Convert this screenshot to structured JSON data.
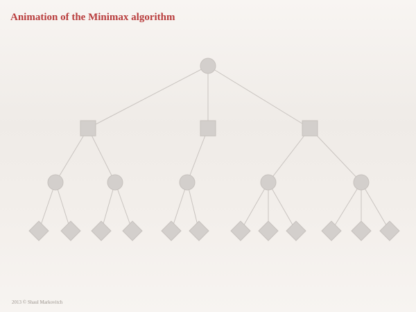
{
  "title": "Animation of the Minimax algorithm",
  "footer": "2013 © Shaul Markovitch",
  "colors": {
    "title": "#b83c3c",
    "node_fill": "#d3cfcc",
    "node_stroke": "#c6c1bd",
    "edge": "#c8c3bf"
  },
  "tree": {
    "shape": "circle",
    "children": [
      {
        "shape": "square",
        "children": [
          {
            "shape": "circle",
            "children": [
              {
                "shape": "diamond"
              },
              {
                "shape": "diamond"
              }
            ]
          },
          {
            "shape": "circle",
            "children": [
              {
                "shape": "diamond"
              },
              {
                "shape": "diamond"
              }
            ]
          }
        ]
      },
      {
        "shape": "square",
        "children": [
          {
            "shape": "circle",
            "children": [
              {
                "shape": "diamond"
              },
              {
                "shape": "diamond"
              }
            ]
          }
        ]
      },
      {
        "shape": "square",
        "children": [
          {
            "shape": "circle",
            "children": [
              {
                "shape": "diamond"
              },
              {
                "shape": "diamond"
              },
              {
                "shape": "diamond"
              }
            ]
          },
          {
            "shape": "circle",
            "children": [
              {
                "shape": "diamond"
              },
              {
                "shape": "diamond"
              },
              {
                "shape": "diamond"
              }
            ]
          }
        ]
      }
    ]
  }
}
